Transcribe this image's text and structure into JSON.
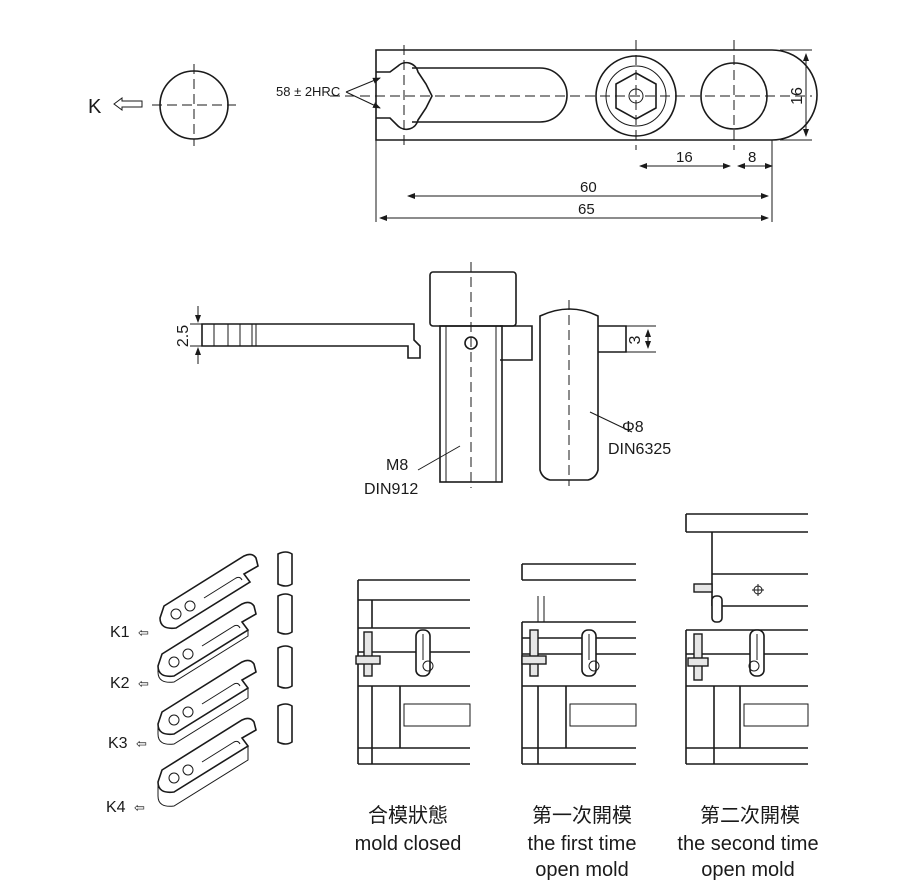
{
  "top_view": {
    "view_label": "K",
    "hardness_note": "58 ± 2HRC",
    "dim_16_height": "16",
    "dim_16_center": "16",
    "dim_8": "8",
    "dim_60": "60",
    "dim_65": "65"
  },
  "side_view": {
    "dim_2_5": "2.5",
    "dim_3": "3",
    "screw_size": "M8",
    "screw_standard": "DIN912",
    "pin_size": "Φ8",
    "pin_standard": "DIN6325"
  },
  "variants": {
    "labels": [
      "K1",
      "K2",
      "K3",
      "K4"
    ]
  },
  "stages": [
    {
      "zh": "合模狀態",
      "en1": "mold closed",
      "en2": ""
    },
    {
      "zh": "第一次開模",
      "en1": "the first time",
      "en2": "open mold"
    },
    {
      "zh": "第二次開模",
      "en1": "the second time",
      "en2": "open mold"
    }
  ]
}
